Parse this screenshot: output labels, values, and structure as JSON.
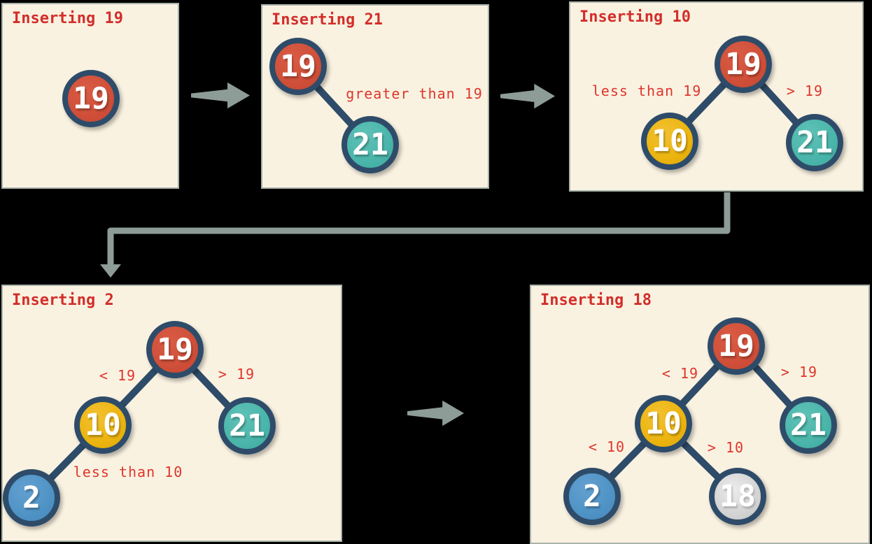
{
  "figure": {
    "description": "Binary search tree insertion steps diagram",
    "background": "#000000"
  },
  "colors": {
    "panel_bg": "#faf2e1",
    "panel_border": "#a9b4ab",
    "title_red": "#d22e2b",
    "label_red": "#de352c",
    "node_border_navy": "#2e4c69",
    "edge_navy": "#2e4c69",
    "arrow_gray": "#8d9c97",
    "node_red": "#d0503a",
    "node_teal": "#4ab5aa",
    "node_gold": "#ecb40f",
    "node_blue": "#4f93c6",
    "node_silver": "#d6d6d6",
    "node_text": "#ffffff"
  },
  "icons": {
    "flow_arrow_right": "block-arrow-right-icon",
    "flow_connector": "elbow-arrow-down-icon"
  },
  "panels": [
    {
      "title": "Inserting 19",
      "nodes": [
        {
          "value": "19",
          "color": "red"
        }
      ],
      "labels": []
    },
    {
      "title": "Inserting 21",
      "nodes": [
        {
          "value": "19",
          "color": "red"
        },
        {
          "value": "21",
          "color": "teal"
        }
      ],
      "labels": [
        {
          "text": "greater than 19"
        }
      ]
    },
    {
      "title": "Inserting 10",
      "nodes": [
        {
          "value": "19",
          "color": "red"
        },
        {
          "value": "10",
          "color": "gold"
        },
        {
          "value": "21",
          "color": "teal"
        }
      ],
      "labels": [
        {
          "text": "less than 19"
        },
        {
          "text": "> 19"
        }
      ]
    },
    {
      "title": "Inserting 2",
      "nodes": [
        {
          "value": "19",
          "color": "red"
        },
        {
          "value": "10",
          "color": "gold"
        },
        {
          "value": "21",
          "color": "teal"
        },
        {
          "value": "2",
          "color": "blue"
        }
      ],
      "labels": [
        {
          "text": "< 19"
        },
        {
          "text": "> 19"
        },
        {
          "text": "less than 10"
        }
      ]
    },
    {
      "title": "Inserting 18",
      "nodes": [
        {
          "value": "19",
          "color": "red"
        },
        {
          "value": "10",
          "color": "gold"
        },
        {
          "value": "21",
          "color": "teal"
        },
        {
          "value": "2",
          "color": "blue"
        },
        {
          "value": "18",
          "color": "silver"
        }
      ],
      "labels": [
        {
          "text": "< 19"
        },
        {
          "text": "> 19"
        },
        {
          "text": "< 10"
        },
        {
          "text": "> 10"
        }
      ]
    }
  ]
}
